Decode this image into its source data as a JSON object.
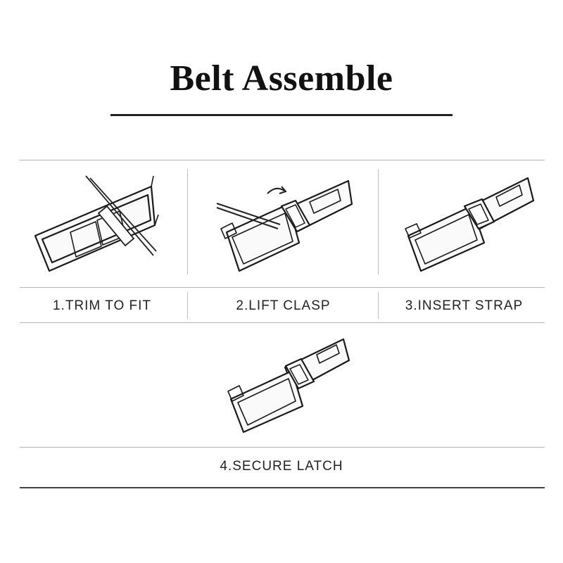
{
  "title": "Belt Assemble",
  "steps": [
    {
      "label": "1.TRIM TO FIT",
      "illustration": "trim-illustration"
    },
    {
      "label": "2.LIFT CLASP",
      "illustration": "lift-clasp-illustration"
    },
    {
      "label": "3.INSERT STRAP",
      "illustration": "insert-strap-illustration"
    },
    {
      "label": "4.SECURE LATCH",
      "illustration": "secure-latch-illustration"
    }
  ],
  "colors": {
    "ink": "#1a1a1a",
    "rule": "#b5b5b5",
    "title_rule": "#222222"
  }
}
